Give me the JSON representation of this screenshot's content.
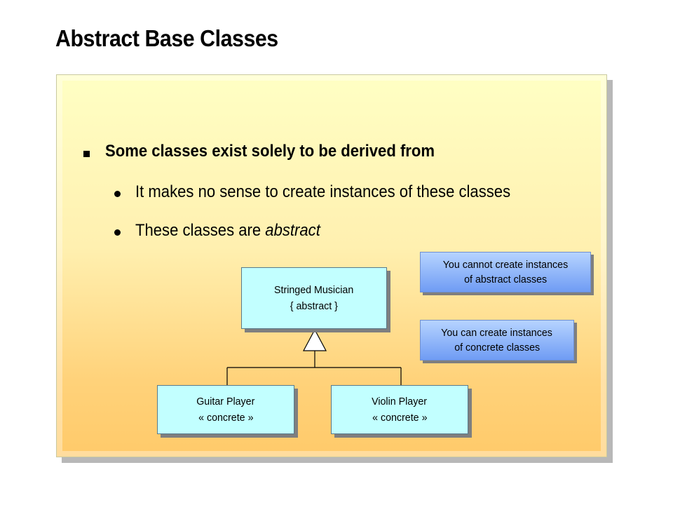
{
  "title": "Abstract Base Classes",
  "bullets": {
    "main": "Some classes exist solely to be derived from",
    "sub1": "It makes no sense to create instances of these classes",
    "sub2_prefix": "These classes are ",
    "sub2_emphasis": "abstract"
  },
  "diagram": {
    "parent": {
      "line1": "Stringed Musician",
      "line2": "{ abstract }"
    },
    "child_left": {
      "line1": "Guitar Player",
      "line2": "« concrete »"
    },
    "child_right": {
      "line1": "Violin Player",
      "line2": "« concrete »"
    }
  },
  "notes": {
    "abstract": {
      "line1": "You cannot create instances",
      "line2": "of abstract classes"
    },
    "concrete": {
      "line1": "You can create instances",
      "line2": "of concrete classes"
    }
  },
  "colors": {
    "panel_top": "#ffffc4",
    "panel_bottom": "#ffca6a",
    "class_box": "#c2ffff",
    "note_top": "#b6d4ff",
    "note_bottom": "#6f9cf4"
  }
}
